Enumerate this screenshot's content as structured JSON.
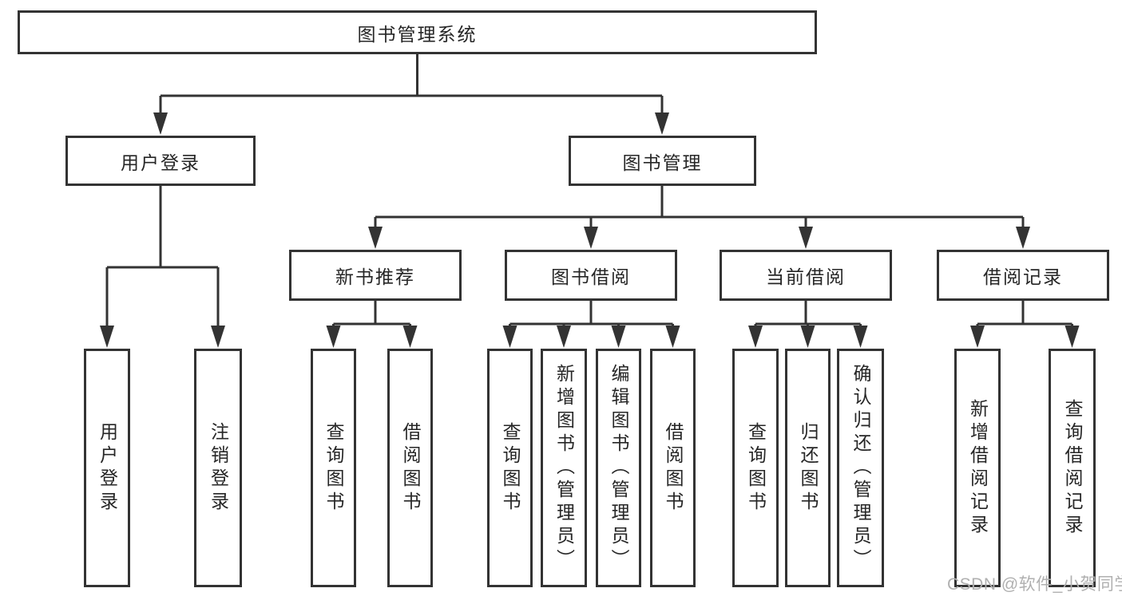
{
  "diagram": {
    "root": {
      "label": "图书管理系统"
    },
    "branches": [
      {
        "label": "用户登录",
        "children": [
          {
            "label": "用户登录"
          },
          {
            "label": "注销登录"
          }
        ]
      },
      {
        "label": "图书管理",
        "children": [
          {
            "label": "新书推荐",
            "children": [
              {
                "label": "查询图书"
              },
              {
                "label": "借阅图书"
              }
            ]
          },
          {
            "label": "图书借阅",
            "children": [
              {
                "label": "查询图书"
              },
              {
                "label": "新增图书（管理员）"
              },
              {
                "label": "编辑图书（管理员）"
              },
              {
                "label": "借阅图书"
              }
            ]
          },
          {
            "label": "当前借阅",
            "children": [
              {
                "label": "查询图书"
              },
              {
                "label": "归还图书"
              },
              {
                "label": "确认归还（管理员）"
              }
            ]
          },
          {
            "label": "借阅记录",
            "children": [
              {
                "label": "新增借阅记录"
              },
              {
                "label": "查询借阅记录"
              }
            ]
          }
        ]
      }
    ],
    "watermark": "CSDN @软件_小贺同学",
    "colors": {
      "line": "#333333",
      "text": "#262626",
      "background": "#ffffff",
      "watermark": "#b0b0b0"
    }
  }
}
